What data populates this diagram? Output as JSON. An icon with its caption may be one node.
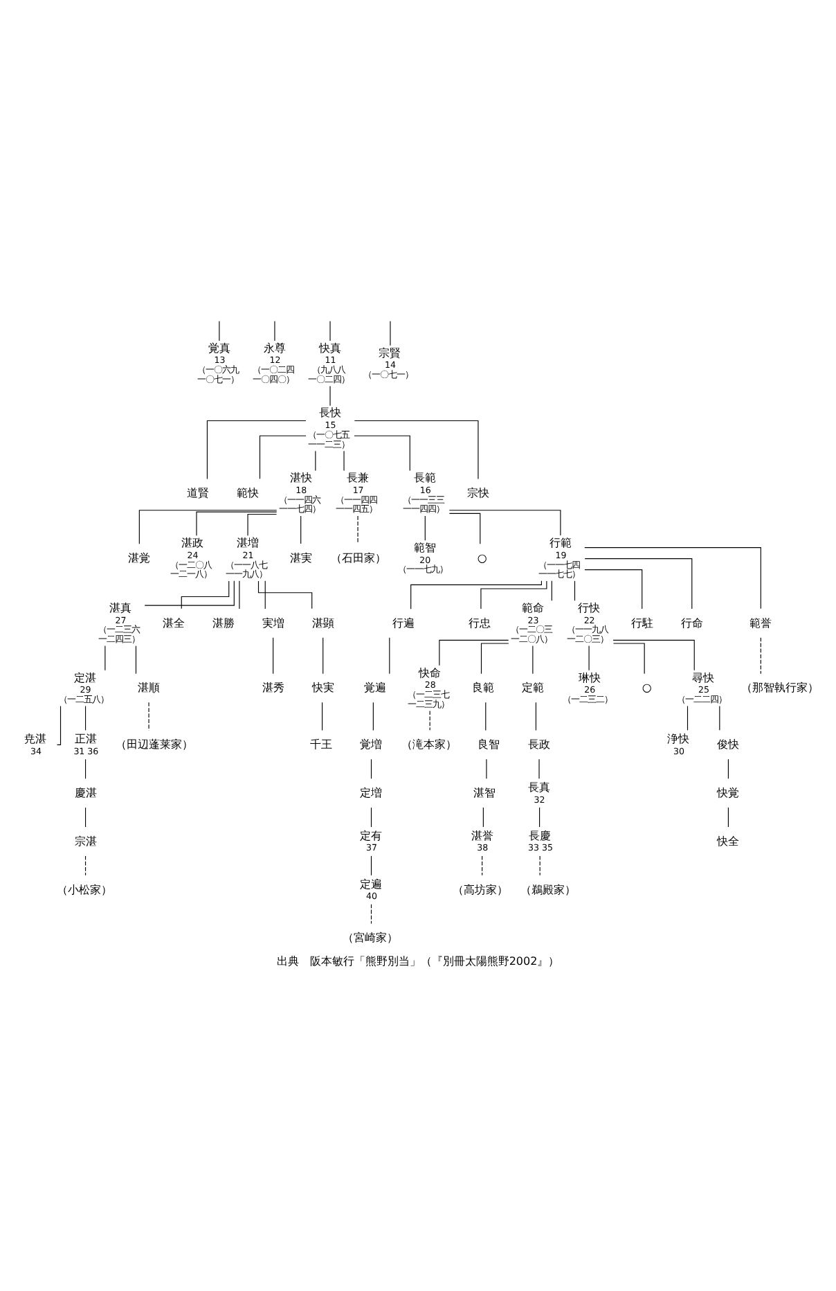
{
  "diagram": {
    "caption": "出典　阪本敏行「熊野別当」（『別冊太陽熊野2002』）",
    "nodes": [
      {
        "text": [
          "覚真"
        ],
        "beside": [
          "13",
          "（一〇六九",
          "一〇七一）"
        ]
      },
      {
        "text": [
          "永尊"
        ],
        "beside": [
          "12",
          "（一〇二四",
          "一〇四〇）"
        ]
      },
      {
        "text": [
          "快真"
        ],
        "beside": [
          "11",
          "（九八八",
          "一〇二四）"
        ]
      },
      {
        "text": [
          "宗賢"
        ],
        "beside": [
          "14",
          "（一〇七一）"
        ]
      },
      {
        "text": [
          "長快"
        ],
        "beside": [
          "15",
          "（一〇七五",
          "一一二三）"
        ]
      },
      {
        "text": [
          "道賢"
        ]
      },
      {
        "text": [
          "範快"
        ]
      },
      {
        "text": [
          "湛快"
        ],
        "beside": [
          "18",
          "（一一四六",
          "一一七四）"
        ]
      },
      {
        "text": [
          "長兼"
        ],
        "beside": [
          "17",
          "（一一四四",
          "一一四五）"
        ]
      },
      {
        "text": [
          "長範"
        ],
        "beside": [
          "16",
          "（一一三三",
          "一一四四）"
        ]
      },
      {
        "text": [
          "宗快"
        ]
      },
      {
        "text": [
          "湛覚"
        ]
      },
      {
        "text": [
          "湛政"
        ],
        "beside": [
          "24",
          "（一二〇八",
          "一二一八）"
        ]
      },
      {
        "text": [
          "湛増"
        ],
        "beside": [
          "21",
          "（一一八七",
          "一一九八）"
        ]
      },
      {
        "text": [
          "湛実"
        ]
      },
      {
        "text": [
          "範智"
        ],
        "beside": [
          "20",
          "（一一七九）"
        ]
      },
      {
        "text": [
          "○"
        ]
      },
      {
        "text": [
          "行範"
        ],
        "beside": [
          "19",
          "（一一七四",
          "一一七七）"
        ]
      },
      {
        "text": [
          "湛真"
        ],
        "beside": [
          "27",
          "（一二三六",
          "一二四三）"
        ]
      },
      {
        "text": [
          "湛全"
        ]
      },
      {
        "text": [
          "湛勝"
        ]
      },
      {
        "text": [
          "実増"
        ]
      },
      {
        "text": [
          "湛顕"
        ]
      },
      {
        "text": [
          "行遍"
        ]
      },
      {
        "text": [
          "行忠"
        ]
      },
      {
        "text": [
          "範命"
        ],
        "beside": [
          "23",
          "（一二〇三",
          "一二〇八）"
        ]
      },
      {
        "text": [
          "行快"
        ],
        "beside": [
          "22",
          "（一一九八",
          "一二〇三）"
        ]
      },
      {
        "text": [
          "行駐"
        ]
      },
      {
        "text": [
          "行命"
        ]
      },
      {
        "text": [
          "範誉"
        ]
      },
      {
        "text": [
          "定湛"
        ],
        "beside": [
          "29",
          "（一二五八）"
        ]
      },
      {
        "text": [
          "湛順"
        ]
      },
      {
        "text": [
          "湛秀"
        ]
      },
      {
        "text": [
          "快実"
        ]
      },
      {
        "text": [
          "快命"
        ],
        "beside": [
          "28",
          "（一二三七",
          "一二三九）"
        ]
      },
      {
        "text": [
          "良範"
        ]
      },
      {
        "text": [
          "定範"
        ]
      },
      {
        "text": [
          "琳快"
        ],
        "beside": [
          "26",
          "（一二三二）"
        ]
      },
      {
        "text": [
          "○"
        ]
      },
      {
        "text": [
          "尋快"
        ],
        "beside": [
          "25",
          "（一二二四）"
        ]
      },
      {
        "text": [
          "尭湛"
        ],
        "beside": [
          "34"
        ]
      },
      {
        "text": [
          "正湛"
        ],
        "beside": [
          "31 36"
        ]
      },
      {
        "text": [
          "千王"
        ]
      },
      {
        "text": [
          "覚遍"
        ]
      },
      {
        "text": [
          "良智"
        ]
      },
      {
        "text": [
          "長政"
        ]
      },
      {
        "text": [
          "浄快"
        ],
        "beside": [
          "30"
        ]
      },
      {
        "text": [
          "俊快"
        ]
      },
      {
        "text": [
          "慶湛"
        ]
      },
      {
        "text": [
          "覚増"
        ]
      },
      {
        "text": [
          "湛智"
        ]
      },
      {
        "text": [
          "長真"
        ],
        "beside": [
          "32"
        ]
      },
      {
        "text": [
          "快覚"
        ]
      },
      {
        "text": [
          "宗湛"
        ]
      },
      {
        "text": [
          "定増"
        ]
      },
      {
        "text": [
          "湛誉"
        ],
        "beside": [
          "38"
        ]
      },
      {
        "text": [
          "長慶"
        ],
        "beside": [
          "33 35"
        ]
      },
      {
        "text": [
          "快全"
        ]
      },
      {
        "text": [
          "定有"
        ],
        "beside": [
          "37"
        ]
      },
      {
        "text": [
          "定遍"
        ],
        "beside": [
          "40"
        ]
      },
      {
        "text": [
          "（小松家）"
        ]
      },
      {
        "text": [
          "（田辺蓬莱家）"
        ]
      },
      {
        "text": [
          "（石田家）"
        ]
      },
      {
        "text": [
          "（宮崎家）"
        ]
      },
      {
        "text": [
          "（滝本家）"
        ]
      },
      {
        "text": [
          "（高坊家）"
        ]
      },
      {
        "text": [
          "（鵜殿家）"
        ]
      },
      {
        "text": [
          "（那智執行家）"
        ]
      }
    ],
    "edges": [
      {
        "from": null,
        "to": 0,
        "arrow": "none"
      },
      {
        "from": null,
        "to": 1,
        "arrow": "none"
      },
      {
        "from": null,
        "to": 2,
        "arrow": "none"
      },
      {
        "from": null,
        "to": 3,
        "arrow": "none"
      },
      {
        "from": 2,
        "to": 4,
        "arrow": "none"
      },
      {
        "from": 4,
        "to": 5,
        "arrow": "none"
      },
      {
        "from": 4,
        "to": 6,
        "arrow": "none"
      },
      {
        "from": 4,
        "to": 7,
        "arrow": "none"
      },
      {
        "from": 4,
        "to": 8,
        "arrow": "none"
      },
      {
        "from": 4,
        "to": 9,
        "arrow": "none"
      },
      {
        "from": 4,
        "to": 10,
        "arrow": "none"
      },
      {
        "from": 7,
        "to": 11,
        "arrow": "none"
      },
      {
        "from": 7,
        "to": 12,
        "arrow": "none"
      },
      {
        "from": 7,
        "to": 13,
        "arrow": "none"
      },
      {
        "from": 7,
        "to": 14,
        "arrow": "none"
      },
      {
        "from": 8,
        "to": 62,
        "arrow": "none",
        "style": "dashed"
      },
      {
        "from": 9,
        "to": 15,
        "arrow": "none"
      },
      {
        "from": 9,
        "to": 16,
        "arrow": "none"
      },
      {
        "from": 9,
        "to": 17,
        "arrow": "none"
      },
      {
        "from": 13,
        "to": 18,
        "arrow": "none"
      },
      {
        "from": 13,
        "to": 19,
        "arrow": "none"
      },
      {
        "from": 13,
        "to": 20,
        "arrow": "none"
      },
      {
        "from": 13,
        "to": 21,
        "arrow": "none"
      },
      {
        "from": 13,
        "to": 22,
        "arrow": "none"
      },
      {
        "from": 17,
        "to": 23,
        "arrow": "none"
      },
      {
        "from": 17,
        "to": 24,
        "arrow": "none"
      },
      {
        "from": 17,
        "to": 25,
        "arrow": "none"
      },
      {
        "from": 17,
        "to": 26,
        "arrow": "none"
      },
      {
        "from": 17,
        "to": 27,
        "arrow": "none"
      },
      {
        "from": 17,
        "to": 28,
        "arrow": "none"
      },
      {
        "from": 17,
        "to": 29,
        "arrow": "none"
      },
      {
        "from": 18,
        "to": 30,
        "arrow": "none"
      },
      {
        "from": 18,
        "to": 31,
        "arrow": "none"
      },
      {
        "from": 21,
        "to": 32,
        "arrow": "none"
      },
      {
        "from": 22,
        "to": 33,
        "arrow": "none"
      },
      {
        "from": 25,
        "to": 34,
        "arrow": "none"
      },
      {
        "from": 25,
        "to": 35,
        "arrow": "none"
      },
      {
        "from": 25,
        "to": 36,
        "arrow": "none"
      },
      {
        "from": 26,
        "to": 37,
        "arrow": "none"
      },
      {
        "from": 26,
        "to": 38,
        "arrow": "none"
      },
      {
        "from": 26,
        "to": 39,
        "arrow": "none"
      },
      {
        "from": 29,
        "to": 67,
        "arrow": "none",
        "style": "dashed"
      },
      {
        "from": 30,
        "to": 40,
        "arrow": "none"
      },
      {
        "from": 30,
        "to": 41,
        "arrow": "none"
      },
      {
        "from": 31,
        "to": 61,
        "arrow": "none",
        "style": "dashed"
      },
      {
        "from": 33,
        "to": 42,
        "arrow": "none"
      },
      {
        "from": 23,
        "to": 43,
        "arrow": "none"
      },
      {
        "from": 35,
        "to": 44,
        "arrow": "none"
      },
      {
        "from": 36,
        "to": 45,
        "arrow": "none"
      },
      {
        "from": 39,
        "to": 46,
        "arrow": "none"
      },
      {
        "from": 39,
        "to": 47,
        "arrow": "none"
      },
      {
        "from": 34,
        "to": 64,
        "arrow": "none",
        "style": "dashed"
      },
      {
        "from": 41,
        "to": 48,
        "arrow": "none"
      },
      {
        "from": 43,
        "to": 49,
        "arrow": "none"
      },
      {
        "from": 44,
        "to": 50,
        "arrow": "none"
      },
      {
        "from": 45,
        "to": 51,
        "arrow": "none"
      },
      {
        "from": 47,
        "to": 52,
        "arrow": "none"
      },
      {
        "from": 48,
        "to": 53,
        "arrow": "none"
      },
      {
        "from": 49,
        "to": 54,
        "arrow": "none"
      },
      {
        "from": 50,
        "to": 55,
        "arrow": "none"
      },
      {
        "from": 51,
        "to": 56,
        "arrow": "none"
      },
      {
        "from": 52,
        "to": 57,
        "arrow": "none"
      },
      {
        "from": 53,
        "to": 60,
        "arrow": "none",
        "style": "dashed"
      },
      {
        "from": 54,
        "to": 58,
        "arrow": "none"
      },
      {
        "from": 58,
        "to": 59,
        "arrow": "none"
      },
      {
        "from": 59,
        "to": 63,
        "arrow": "none",
        "style": "dashed"
      },
      {
        "from": 55,
        "to": 65,
        "arrow": "none",
        "style": "dashed"
      },
      {
        "from": 56,
        "to": 66,
        "arrow": "none",
        "style": "dashed"
      }
    ]
  }
}
